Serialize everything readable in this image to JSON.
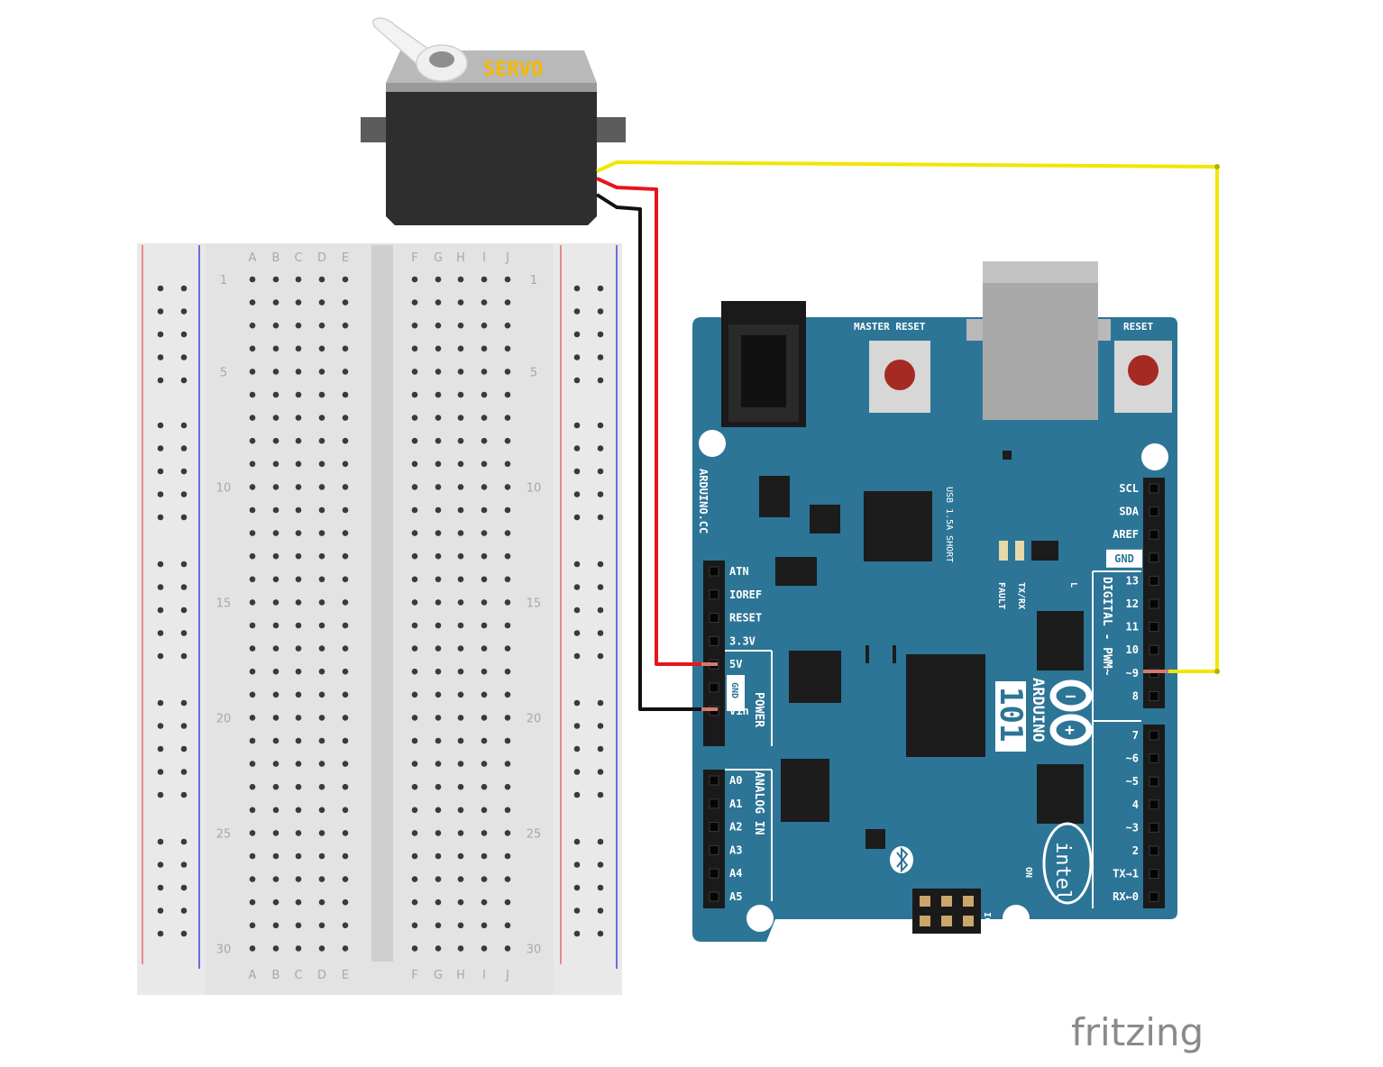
{
  "servo": {
    "label": "SERVO"
  },
  "breadboard": {
    "column_letters_left": [
      "A",
      "B",
      "C",
      "D",
      "E"
    ],
    "column_letters_right": [
      "F",
      "G",
      "H",
      "I",
      "J"
    ],
    "row_numbers": [
      "1",
      "5",
      "10",
      "15",
      "20",
      "25",
      "30"
    ]
  },
  "board": {
    "header_text": "MASTER  RESET",
    "reset_text": "RESET",
    "side_text": "ARDUINO.CC",
    "usb_text": "USB 1.5A SHORT",
    "fault_text": "FAULT",
    "txrx_text": "TX/RX",
    "l_text": "L",
    "on_text": "ON",
    "icsp_text": "ICSP",
    "brand_name": "ARDUINO",
    "model": "101",
    "chip_brand": "intel",
    "power_title": "POWER",
    "analog_title": "ANALOG IN",
    "digital_title": "DIGITAL - PWM~",
    "power_pins": [
      "ATN",
      "IOREF",
      "RESET",
      "3.3V",
      "5V",
      "GND",
      "Vin"
    ],
    "analog_pins": [
      "A0",
      "A1",
      "A2",
      "A3",
      "A4",
      "A5"
    ],
    "top_right_pins": [
      "SCL",
      "SDA",
      "AREF",
      "GND",
      "13",
      "12",
      "11",
      "10",
      "~9",
      "8"
    ],
    "bottom_right_pins": [
      "7",
      "~6",
      "~5",
      "4",
      "~3",
      "2",
      "TX→1",
      "RX←0"
    ]
  },
  "brand": "fritzing",
  "colors": {
    "board": "#2c7596",
    "wire_signal": "#f2e600",
    "wire_power": "#e8141b",
    "wire_ground": "#111111",
    "servo_body": "#333333",
    "servo_text": "#f5b800",
    "breadboard": "#dcdcdc",
    "rail_red": "#e68a8a",
    "rail_blue": "#6b6be0"
  },
  "icons": [
    "bluetooth-icon",
    "arduino-infinity-logo",
    "intel-logo"
  ]
}
